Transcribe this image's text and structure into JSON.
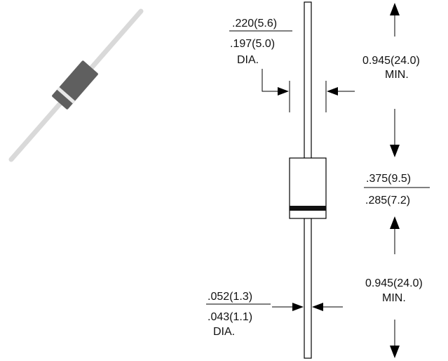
{
  "colors": {
    "line": "#000000",
    "lead_iso": "#d9d9d9",
    "body_iso": "#5f5f5f",
    "band_iso": "#e8e8e8",
    "band_front": "#111111"
  },
  "labels": {
    "body_dia_max": ".220(5.6)",
    "body_dia_min": ".197(5.0)",
    "body_dia_unit": "DIA.",
    "lead_len_top": "0.945(24.0)",
    "lead_len_top_unit": "MIN.",
    "body_len_max": ".375(9.5)",
    "body_len_min": ".285(7.2)",
    "lead_len_bottom": "0.945(24.0)",
    "lead_len_bottom_unit": "MIN.",
    "lead_dia_max": ".052(1.3)",
    "lead_dia_min": ".043(1.1)",
    "lead_dia_unit": "DIA."
  }
}
